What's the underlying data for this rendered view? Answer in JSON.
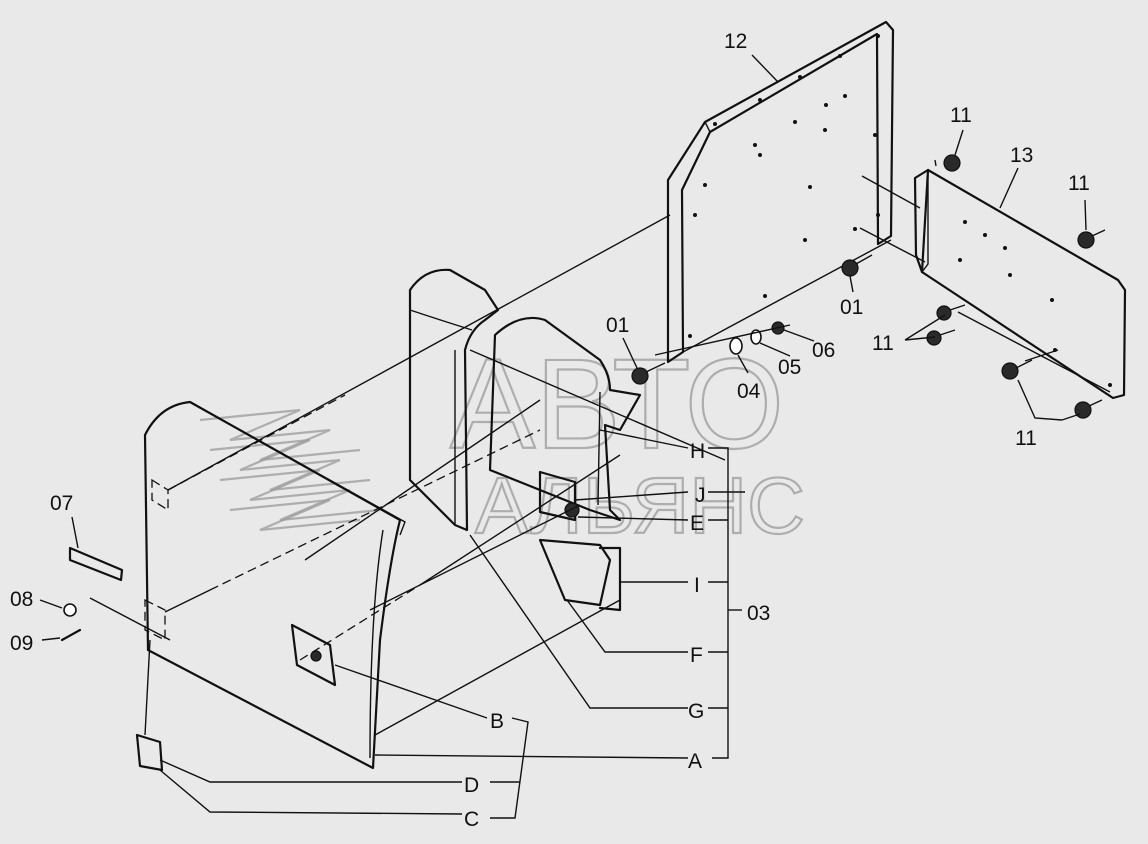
{
  "watermark": {
    "line1": "АВТО",
    "line2": "АЛЬЯНС"
  },
  "labels": {
    "p12": "12",
    "p13": "13",
    "p11a": "11",
    "p11b": "11",
    "p11c": "11",
    "p11d": "11",
    "p01a": "01",
    "p01b": "01",
    "p04": "04",
    "p05": "05",
    "p06": "06",
    "p07": "07",
    "p08": "08",
    "p09": "09",
    "p03": "03",
    "H": "H",
    "J": "J",
    "E": "E",
    "I": "I",
    "F": "F",
    "G": "G",
    "A": "A",
    "B": "B",
    "D": "D",
    "C": "C"
  }
}
